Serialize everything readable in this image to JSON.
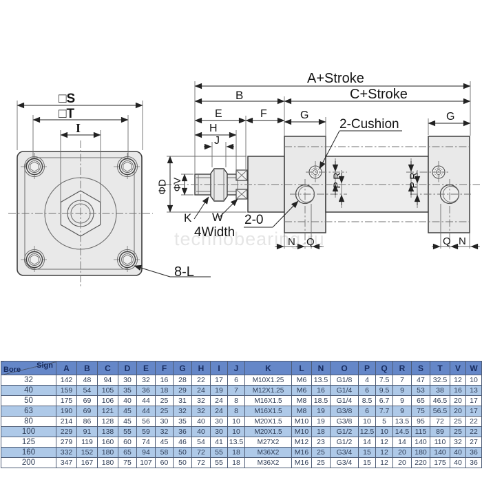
{
  "colors": {
    "table_header_bg": "#6587c8",
    "table_stripe_bg": "#aec9e8",
    "table_border": "#4d5b75",
    "header_text": "#172b5e",
    "cell_text": "#2e3c55"
  },
  "diagram": {
    "watermark": "technobearing.ru",
    "front_view": {
      "dim_s": "□S",
      "dim_t": "□T",
      "dim_i": "I",
      "bolt_label": "8-L"
    },
    "side_view": {
      "dim_a": "A+Stroke",
      "dim_c": "C+Stroke",
      "dim_b": "B",
      "dim_e": "E",
      "dim_f": "F",
      "dim_g_left": "G",
      "dim_g_right": "G",
      "dim_h": "H",
      "dim_j": "J",
      "dim_phi_d": "ΦD",
      "dim_phi_v": "ΦV",
      "cushion_label": "2-Cushion",
      "port_label": "2-0",
      "dim_k": "K",
      "dim_w": "W",
      "flats_label": "4Width",
      "dim_pr_left": "P R",
      "dim_pr_right": "P R",
      "dim_n_left": "N",
      "dim_q_left": "Q",
      "dim_q_right": "Q",
      "dim_n_right": "N"
    }
  },
  "table": {
    "corner": {
      "bottom_left": "Bore",
      "top_right": "Sign"
    },
    "columns": [
      "A",
      "B",
      "C",
      "D",
      "E",
      "F",
      "G",
      "H",
      "I",
      "J",
      "K",
      "L",
      "N",
      "O",
      "P",
      "Q",
      "R",
      "S",
      "T",
      "V",
      "W"
    ],
    "rows": [
      {
        "bore": "32",
        "values": [
          "142",
          "48",
          "94",
          "30",
          "32",
          "16",
          "28",
          "22",
          "17",
          "6",
          "M10X1.25",
          "M6",
          "13.5",
          "G1/8",
          "4",
          "7.5",
          "7",
          "47",
          "32.5",
          "12",
          "10"
        ]
      },
      {
        "bore": "40",
        "values": [
          "159",
          "54",
          "105",
          "35",
          "36",
          "18",
          "29",
          "24",
          "19",
          "7",
          "M12X1.25",
          "M6",
          "16",
          "G1/4",
          "6",
          "9.5",
          "9",
          "53",
          "38",
          "16",
          "13"
        ]
      },
      {
        "bore": "50",
        "values": [
          "175",
          "69",
          "106",
          "40",
          "44",
          "25",
          "31",
          "32",
          "24",
          "8",
          "M16X1.5",
          "M8",
          "18.5",
          "G1/4",
          "8.5",
          "6.7",
          "9",
          "65",
          "46.5",
          "20",
          "17"
        ]
      },
      {
        "bore": "63",
        "values": [
          "190",
          "69",
          "121",
          "45",
          "44",
          "25",
          "32",
          "32",
          "24",
          "8",
          "M16X1.5",
          "M8",
          "19",
          "G3/8",
          "6",
          "7.7",
          "9",
          "75",
          "56.5",
          "20",
          "17"
        ]
      },
      {
        "bore": "80",
        "values": [
          "214",
          "86",
          "128",
          "45",
          "56",
          "30",
          "35",
          "40",
          "30",
          "10",
          "M20X1.5",
          "M10",
          "19",
          "G3/8",
          "10",
          "5",
          "13.5",
          "95",
          "72",
          "25",
          "22"
        ]
      },
      {
        "bore": "100",
        "values": [
          "229",
          "91",
          "138",
          "55",
          "59",
          "32",
          "36",
          "40",
          "30",
          "10",
          "M20X1.5",
          "M10",
          "18",
          "G1/2",
          "12.5",
          "10",
          "14.5",
          "115",
          "89",
          "25",
          "22"
        ]
      },
      {
        "bore": "125",
        "values": [
          "279",
          "119",
          "160",
          "60",
          "74",
          "45",
          "46",
          "54",
          "41",
          "13.5",
          "M27X2",
          "M12",
          "23",
          "G1/2",
          "14",
          "12",
          "14",
          "140",
          "110",
          "32",
          "27"
        ]
      },
      {
        "bore": "160",
        "values": [
          "332",
          "152",
          "180",
          "65",
          "94",
          "58",
          "50",
          "72",
          "55",
          "18",
          "M36X2",
          "M16",
          "25",
          "G3/4",
          "15",
          "12",
          "20",
          "180",
          "140",
          "40",
          "36"
        ]
      },
      {
        "bore": "200",
        "values": [
          "347",
          "167",
          "180",
          "75",
          "107",
          "60",
          "50",
          "72",
          "55",
          "18",
          "M36X2",
          "M16",
          "25",
          "G3/4",
          "15",
          "12",
          "20",
          "220",
          "175",
          "40",
          "36"
        ]
      }
    ]
  }
}
